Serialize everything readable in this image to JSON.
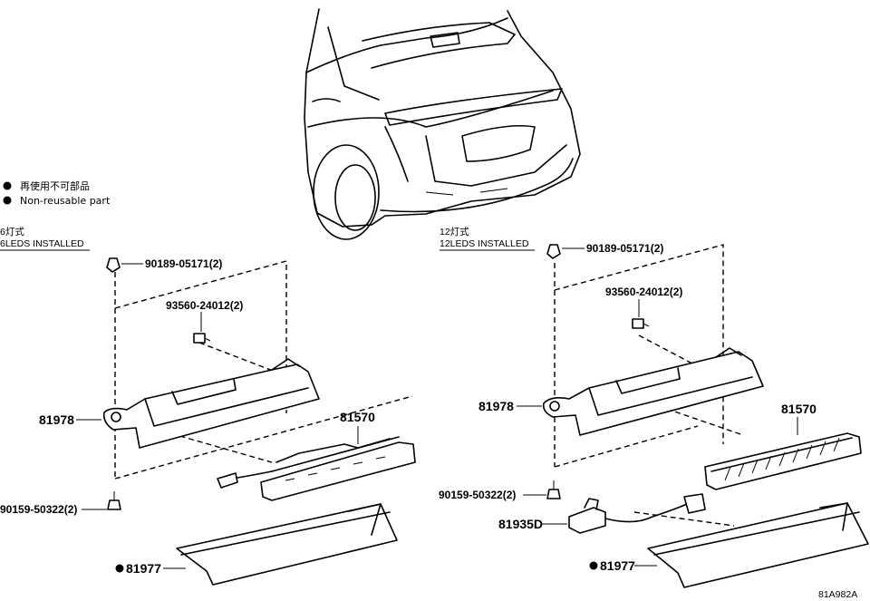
{
  "legend": {
    "line_jp": "再使用不可部品",
    "line_en": "Non-reusable part"
  },
  "left_section": {
    "title_jp": "6灯式",
    "title_en": "6LEDS INSTALLED",
    "parts": {
      "clip": "90189-05171(2)",
      "screw": "93560-24012(2)",
      "bracket": "81978",
      "lamp": "81570",
      "bolt": "90159-50322(2)",
      "cover": "81977"
    }
  },
  "right_section": {
    "title_jp": "12灯式",
    "title_en": "12LEDS INSTALLED",
    "parts": {
      "clip": "90189-05171(2)",
      "screw": "93560-24012(2)",
      "bracket": "81978",
      "lamp": "81570",
      "bolt": "90159-50322(2)",
      "wire": "81935D",
      "cover": "81977"
    }
  },
  "illustration_id": "81A982A"
}
